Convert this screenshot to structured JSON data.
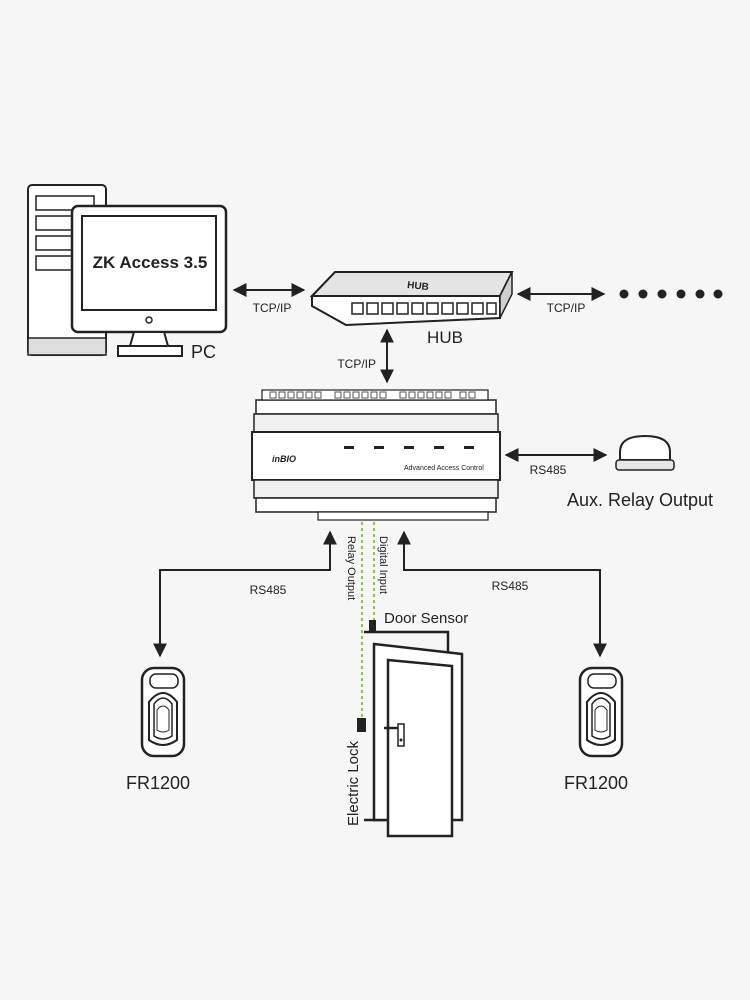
{
  "pc": {
    "screen_text": "ZK Access 3.5",
    "label": "PC"
  },
  "hub": {
    "case_text": "HUB",
    "label": "HUB"
  },
  "connections": {
    "pc_hub": "TCP/IP",
    "hub_more": "TCP/IP",
    "hub_controller": "TCP/IP",
    "controller_aux": "RS485",
    "controller_left_reader": "RS485",
    "controller_right_reader": "RS485",
    "relay_output": "Relay Output",
    "digital_input": "Digital Input"
  },
  "controller": {
    "logo_text": "inBIO",
    "model_text": "Advanced Access Control"
  },
  "aux": {
    "label": "Aux. Relay Output"
  },
  "door": {
    "sensor_label": "Door Sensor",
    "lock_label": "Electric Lock"
  },
  "readers": [
    {
      "label": "FR1200"
    },
    {
      "label": "FR1200"
    }
  ],
  "colors": {
    "line": "#222222",
    "dotted_signal": "#8cc63f",
    "device_fill": "#ffffff",
    "background": "#f6f6f6"
  },
  "icons": [
    "computer-tower-icon",
    "monitor-icon",
    "network-hub-icon",
    "access-controller-icon",
    "relay-unit-icon",
    "fingerprint-reader-icon",
    "door-icon",
    "door-sensor-icon",
    "electric-lock-icon"
  ]
}
